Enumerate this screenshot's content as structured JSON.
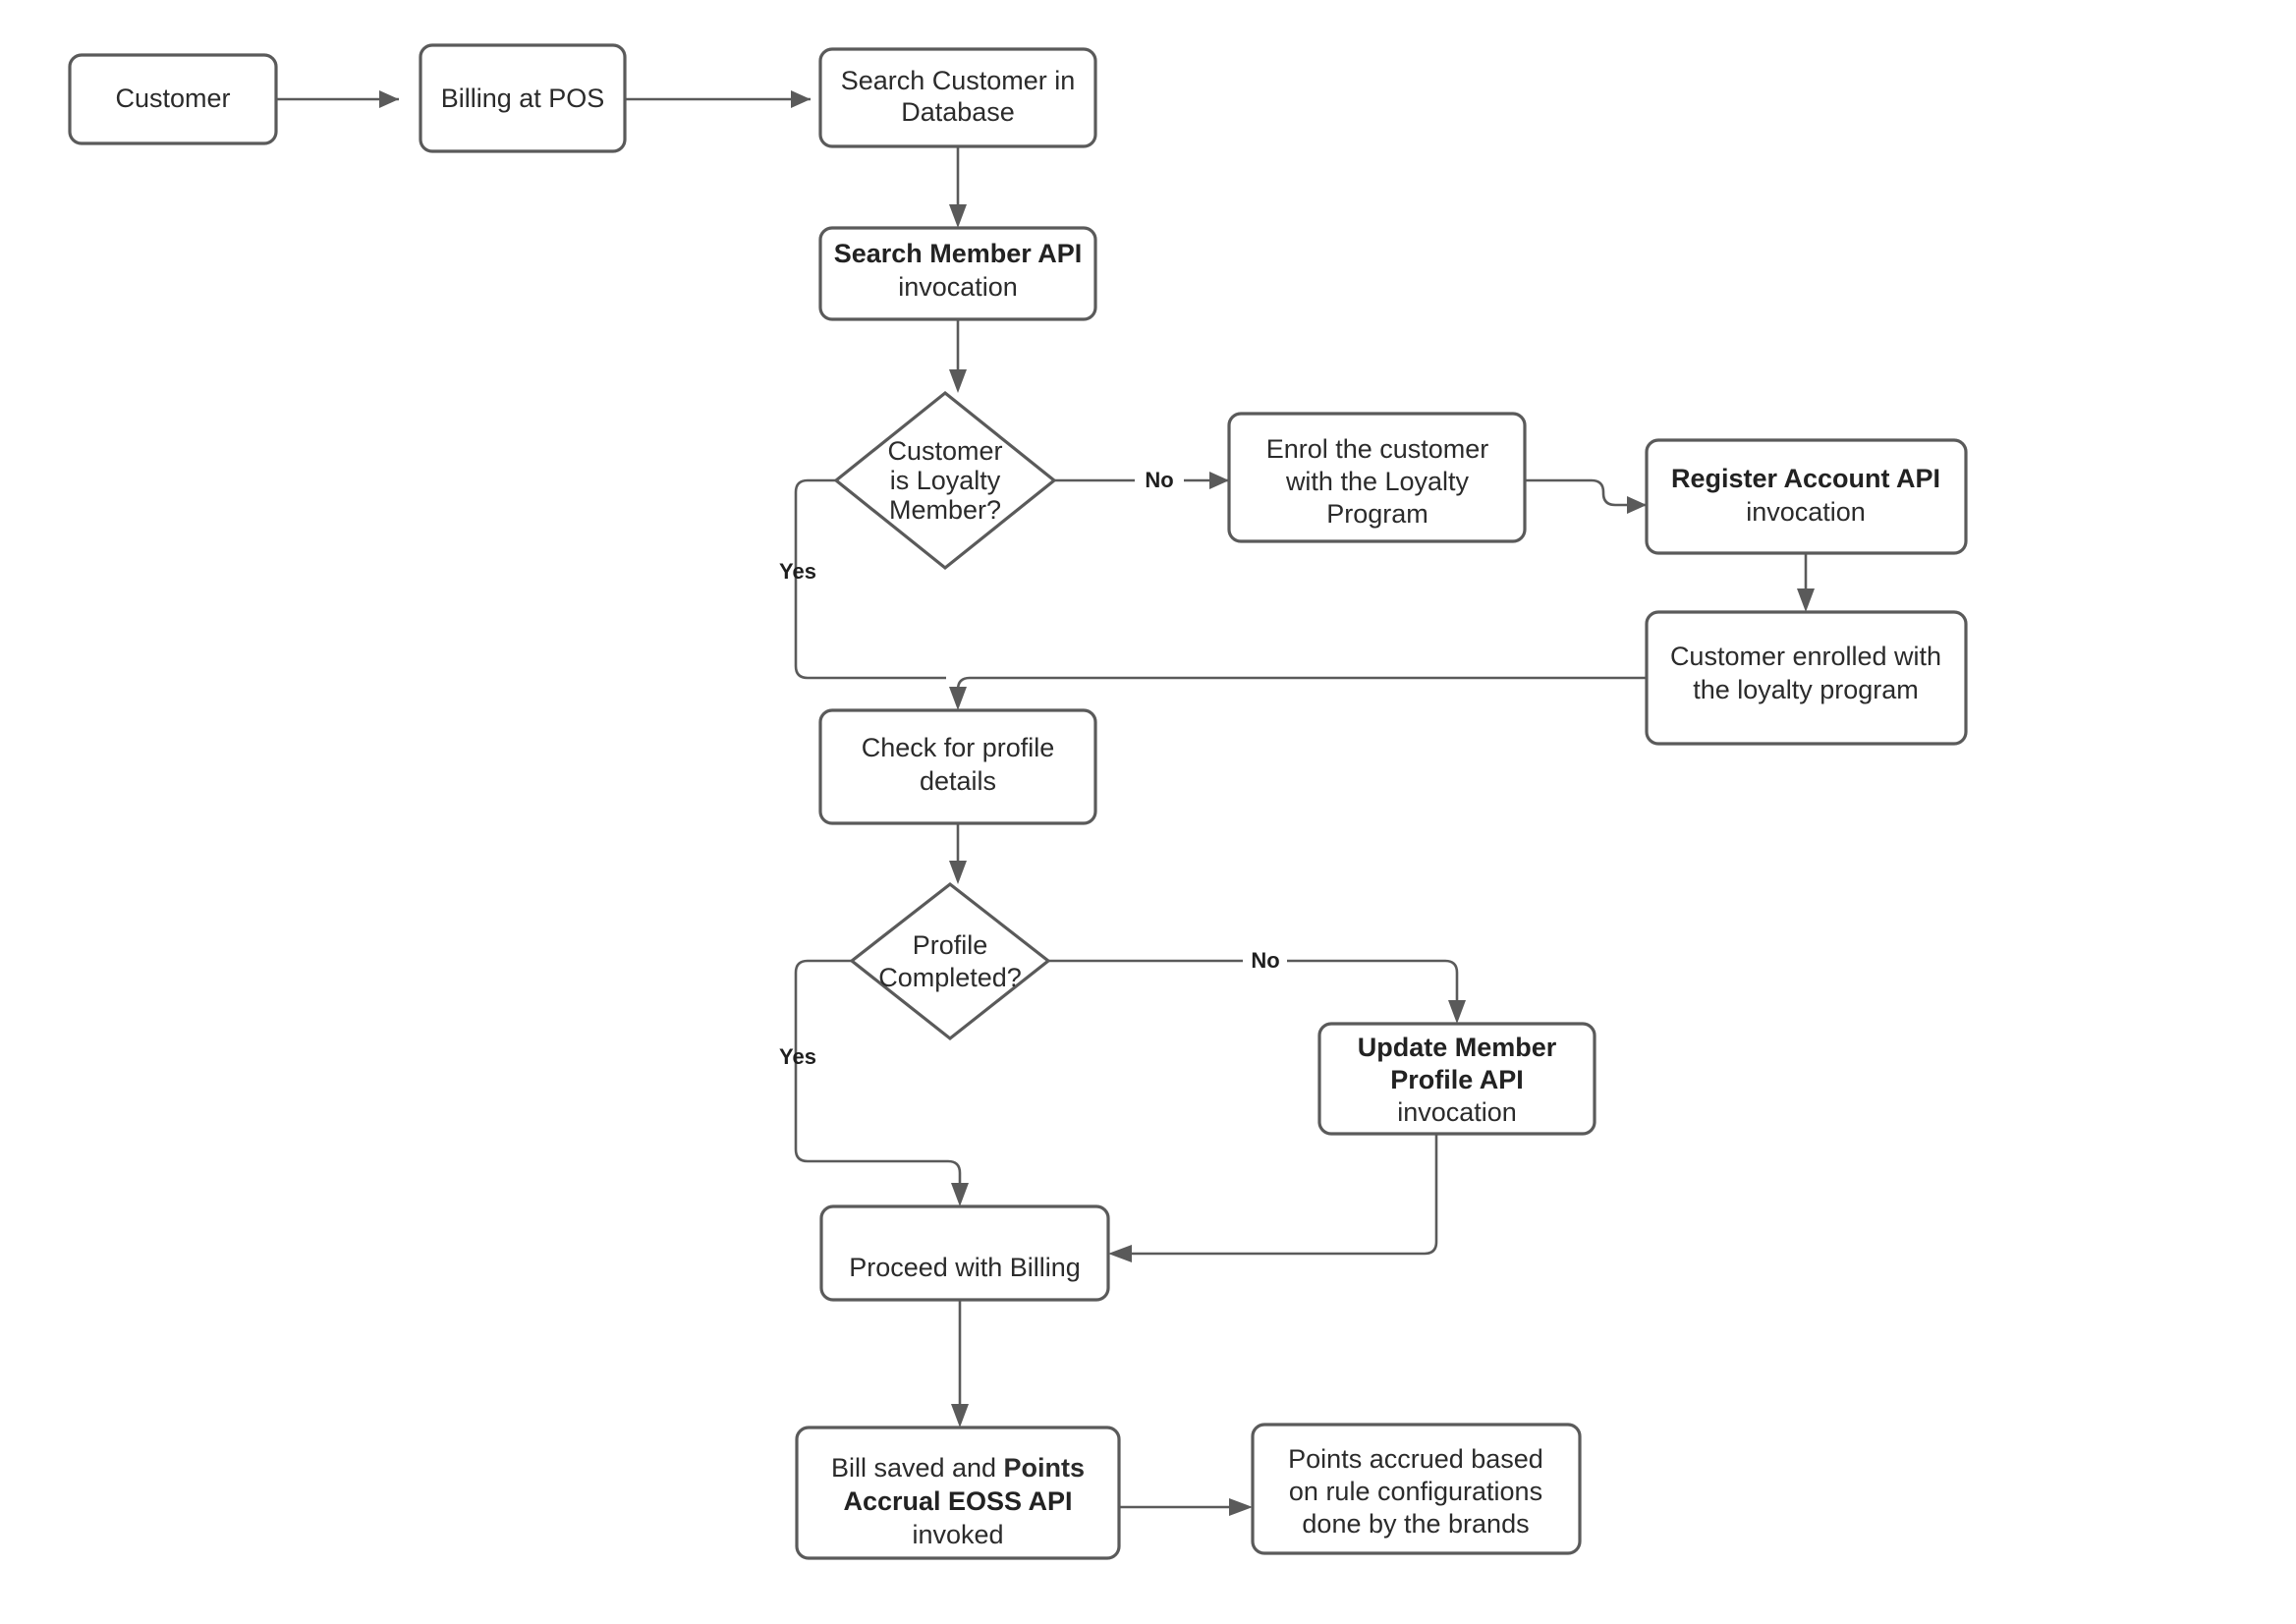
{
  "diagram": {
    "type": "flowchart",
    "orientation": "top-down-with-branches",
    "background_color": "#ffffff",
    "node_border_color": "#5a5a5a",
    "node_fill_color": "#ffffff",
    "text_color": "#2b2b2b",
    "edge_color": "#5a5a5a"
  },
  "nodes": {
    "customer": {
      "shape": "rounded-rect",
      "lines": [
        {
          "text": "Customer",
          "bold": false
        }
      ]
    },
    "billing_at_pos": {
      "shape": "rounded-rect",
      "lines": [
        {
          "text": "Billing at POS",
          "bold": false
        }
      ]
    },
    "search_customer": {
      "shape": "rounded-rect",
      "lines": [
        {
          "text": "Search Customer in",
          "bold": false
        },
        {
          "text": "Database",
          "bold": false
        }
      ]
    },
    "search_member_api": {
      "shape": "rounded-rect",
      "lines": [
        {
          "text": "Search Member API",
          "bold": true
        },
        {
          "text": "invocation",
          "bold": false
        }
      ]
    },
    "is_loyalty_member": {
      "shape": "diamond",
      "lines": [
        {
          "text": "Customer",
          "bold": false
        },
        {
          "text": "is Loyalty",
          "bold": false
        },
        {
          "text": "Member?",
          "bold": false
        }
      ]
    },
    "enrol_customer": {
      "shape": "rounded-rect",
      "lines": [
        {
          "text": "Enrol the customer",
          "bold": false
        },
        {
          "text": "with the Loyalty",
          "bold": false
        },
        {
          "text": "Program",
          "bold": false
        }
      ]
    },
    "register_account_api": {
      "shape": "rounded-rect",
      "lines": [
        {
          "text": "Register Account API",
          "bold": true
        },
        {
          "text": "invocation",
          "bold": false
        }
      ]
    },
    "customer_enrolled": {
      "shape": "rounded-rect",
      "lines": [
        {
          "text": "Customer enrolled with",
          "bold": false
        },
        {
          "text": "the loyalty program",
          "bold": false
        }
      ]
    },
    "check_profile": {
      "shape": "rounded-rect",
      "lines": [
        {
          "text": "Check for profile",
          "bold": false
        },
        {
          "text": "details",
          "bold": false
        }
      ]
    },
    "profile_completed": {
      "shape": "diamond",
      "lines": [
        {
          "text": "Profile",
          "bold": false
        },
        {
          "text": "Completed?",
          "bold": false
        }
      ]
    },
    "update_member_profile_api": {
      "shape": "rounded-rect",
      "lines": [
        {
          "text": "Update Member",
          "bold": true
        },
        {
          "text": "Profile API",
          "bold": true
        },
        {
          "text": "invocation",
          "bold": false
        }
      ]
    },
    "proceed_billing": {
      "shape": "rounded-rect",
      "lines": [
        {
          "text": "Proceed with Billing",
          "bold": false
        }
      ]
    },
    "bill_saved": {
      "shape": "rounded-rect",
      "lines": [
        {
          "text": "Bill saved and ",
          "bold": false
        },
        {
          "text": "Points",
          "bold": true
        },
        {
          "text": "Accrual EOSS API",
          "bold": true
        },
        {
          "text": "invoked",
          "bold": false
        }
      ]
    },
    "points_accrued": {
      "shape": "rounded-rect",
      "lines": [
        {
          "text": "Points accrued based",
          "bold": false
        },
        {
          "text": "on rule configurations",
          "bold": false
        },
        {
          "text": "done by the brands",
          "bold": false
        }
      ]
    }
  },
  "edge_labels": {
    "loyalty_no": "No",
    "loyalty_yes": "Yes",
    "profile_no": "No",
    "profile_yes": "Yes"
  },
  "text": {
    "customer": "Customer",
    "billing_at_pos": "Billing at POS",
    "search_customer_l1": "Search Customer in",
    "search_customer_l2": "Database",
    "search_member_api_l1": "Search Member API",
    "search_member_api_l2": "invocation",
    "is_loyalty_member_l1": "Customer",
    "is_loyalty_member_l2": "is Loyalty",
    "is_loyalty_member_l3": "Member?",
    "enrol_customer_l1": "Enrol the customer",
    "enrol_customer_l2": "with the Loyalty",
    "enrol_customer_l3": "Program",
    "register_account_api_l1": "Register Account API",
    "register_account_api_l2": "invocation",
    "customer_enrolled_l1": "Customer enrolled with",
    "customer_enrolled_l2": "the loyalty program",
    "check_profile_l1": "Check for profile",
    "check_profile_l2": "details",
    "profile_completed_l1": "Profile",
    "profile_completed_l2": "Completed?",
    "update_member_profile_api_l1": "Update Member",
    "update_member_profile_api_l2": "Profile API",
    "update_member_profile_api_l3": "invocation",
    "proceed_billing": "Proceed with Billing",
    "bill_saved_l1a": "Bill saved and ",
    "bill_saved_l1b": "Points",
    "bill_saved_l2": "Accrual EOSS API",
    "bill_saved_l3": "invoked",
    "points_accrued_l1": "Points accrued based",
    "points_accrued_l2": "on rule configurations",
    "points_accrued_l3": "done by the brands",
    "label_no_loyalty": "No",
    "label_yes_loyalty": "Yes",
    "label_no_profile": "No",
    "label_yes_profile": "Yes"
  }
}
